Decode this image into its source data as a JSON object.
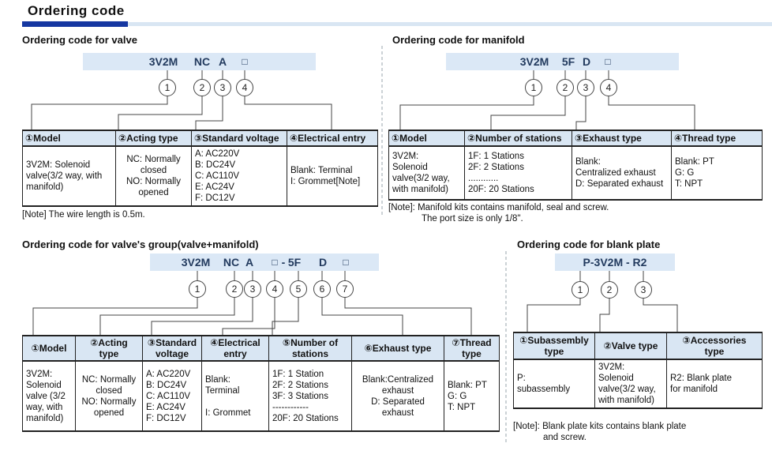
{
  "page_title": "Ordering code",
  "colors": {
    "accent_bar_dark": "#1537a1",
    "accent_bar_light": "#d9e6f3",
    "code_box_bg": "#dbe8f6",
    "table_header_bg": "#d9e6f3"
  },
  "sections": {
    "valve": {
      "heading": "Ordering code for valve",
      "code_parts": [
        "3V2M",
        "NC",
        "A",
        "□"
      ],
      "circles": [
        "1",
        "2",
        "3",
        "4"
      ],
      "table": {
        "headers": [
          "①Model",
          "②Acting type",
          "③Standard voltage",
          "④Electrical entry"
        ],
        "cells": [
          "3V2M: Solenoid\nvalve(3/2 way, with\nmanifold)",
          "NC: Normally\nclosed\nNO: Normally\nopened",
          "A: AC220V\nB: DC24V\nC: AC110V\nE: AC24V\nF: DC12V",
          "Blank: Terminal\nI: Grommet[Note]"
        ]
      },
      "note": "[Note] The wire length is 0.5m."
    },
    "manifold": {
      "heading": "Ordering code for manifold",
      "code_parts": [
        "3V2M",
        "5F",
        "D",
        "□"
      ],
      "circles": [
        "1",
        "2",
        "3",
        "4"
      ],
      "table": {
        "headers": [
          "①Model",
          "②Number of stations",
          "③Exhaust type",
          "④Thread type"
        ],
        "cells": [
          "3V2M:\nSolenoid\nvalve(3/2 way,\nwith manifold)",
          "1F: 1 Stations\n2F: 2 Stations\n............\n20F: 20 Stations",
          "Blank:\nCentralized exhaust\nD: Separated exhaust",
          "Blank: PT\nG: G\nT: NPT"
        ]
      },
      "note_lines": [
        "[Note]: Manifold kits contains manifold, seal and screw.",
        "The port size is only 1/8\"."
      ]
    },
    "group": {
      "heading": "Ordering code for valve's group(valve+manifold)",
      "code_parts": [
        "3V2M",
        "NC",
        "A",
        "□",
        "-",
        "5F",
        "D",
        "□"
      ],
      "circles": [
        "1",
        "2",
        "3",
        "4",
        "5",
        "6",
        "7"
      ],
      "table": {
        "headers": [
          "①Model",
          "②Acting\ntype",
          "③Standard\nvoltage",
          "④Electrical\nentry",
          "⑤Number of\nstations",
          "⑥Exhaust type",
          "⑦Thread\ntype"
        ],
        "cells": [
          "3V2M:\nSolenoid\nvalve (3/2\nway, with\nmanifold)",
          "NC: Normally\nclosed\nNO: Normally\nopened",
          "A: AC220V\nB: DC24V\nC: AC110V\nE: AC24V\nF: DC12V",
          "Blank:\nTerminal\n\nI: Grommet",
          "1F: 1 Station\n2F: 2 Stations\n3F: 3 Stations\n------------\n20F: 20 Stations",
          "Blank:Centralized\nexhaust\nD: Separated\nexhaust",
          "Blank: PT\nG: G\nT: NPT"
        ]
      }
    },
    "blank_plate": {
      "heading": "Ordering code for blank plate",
      "code": "P-3V2M - R2",
      "circles": [
        "1",
        "2",
        "3"
      ],
      "table": {
        "headers": [
          "①Subassembly\ntype",
          "②Valve type",
          "③Accessories\ntype"
        ],
        "cells": [
          "P:\nsubassembly",
          "3V2M:\nSolenoid\nvalve(3/2 way,\nwith manifold)",
          "R2: Blank plate\nfor manifold"
        ]
      },
      "note_lines": [
        "[Note]: Blank plate kits contains blank plate",
        "and screw."
      ]
    }
  }
}
